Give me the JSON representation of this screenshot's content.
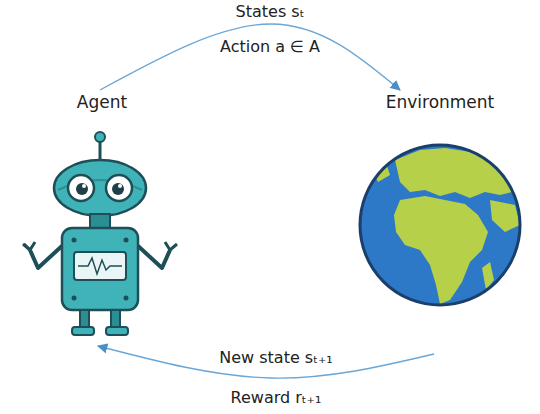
{
  "diagram": {
    "nodes": [
      {
        "text": [
          "Agent"
        ]
      },
      {
        "text": [
          "Environment"
        ]
      }
    ],
    "edges": [
      {
        "from": 0,
        "to": 1,
        "arrow": "to",
        "label": "States sₜ"
      },
      {
        "from": 1,
        "to": 0,
        "arrow": "to",
        "label": "New state sₜ₊₁"
      }
    ],
    "labels": [
      "Action a ∈ A",
      "Reward rₜ₊₁"
    ]
  }
}
